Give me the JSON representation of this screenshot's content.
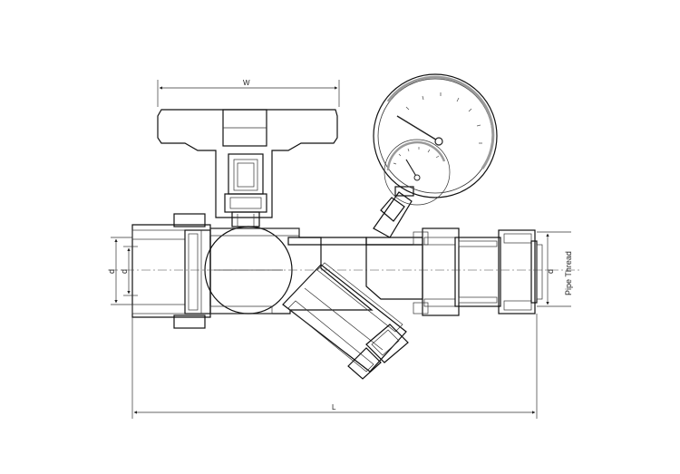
{
  "labels": {
    "width_dim": "W",
    "length_dim": "L",
    "diameter_left": "d",
    "diameter_left_inner": "d",
    "diameter_right": "d",
    "pipe_thread": "Pipe Thread"
  },
  "colors": {
    "line": "#111111",
    "hatch": "#555555",
    "gauge_arc": "#9a9a9a",
    "background": "#ffffff"
  },
  "icons": {
    "handle": "handwheel-icon",
    "gauge": "pressure-gauge-icon"
  }
}
